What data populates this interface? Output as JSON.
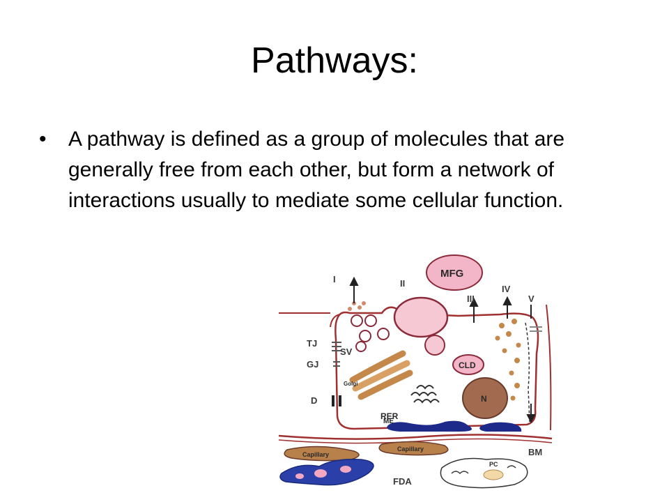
{
  "slide": {
    "title": "Pathways:",
    "bullets": [
      "A pathway is defined as a group of molecules that are generally free from each other, but form a network of interactions usually to mediate some cellular function."
    ]
  },
  "figure": {
    "labels": {
      "i": "I",
      "ii": "II",
      "iii": "III",
      "iv": "IV",
      "v": "V",
      "mfg": "MFG",
      "tj": "TJ",
      "gj": "GJ",
      "d": "D",
      "sv": "SV",
      "golgi": "Golgi",
      "rer": "RER",
      "cld": "CLD",
      "n": "N",
      "me": "ME",
      "capillary_1": "Capillary",
      "capillary_2": "Capillary",
      "bm": "BM",
      "pc": "PC",
      "fda": "FDA"
    }
  }
}
